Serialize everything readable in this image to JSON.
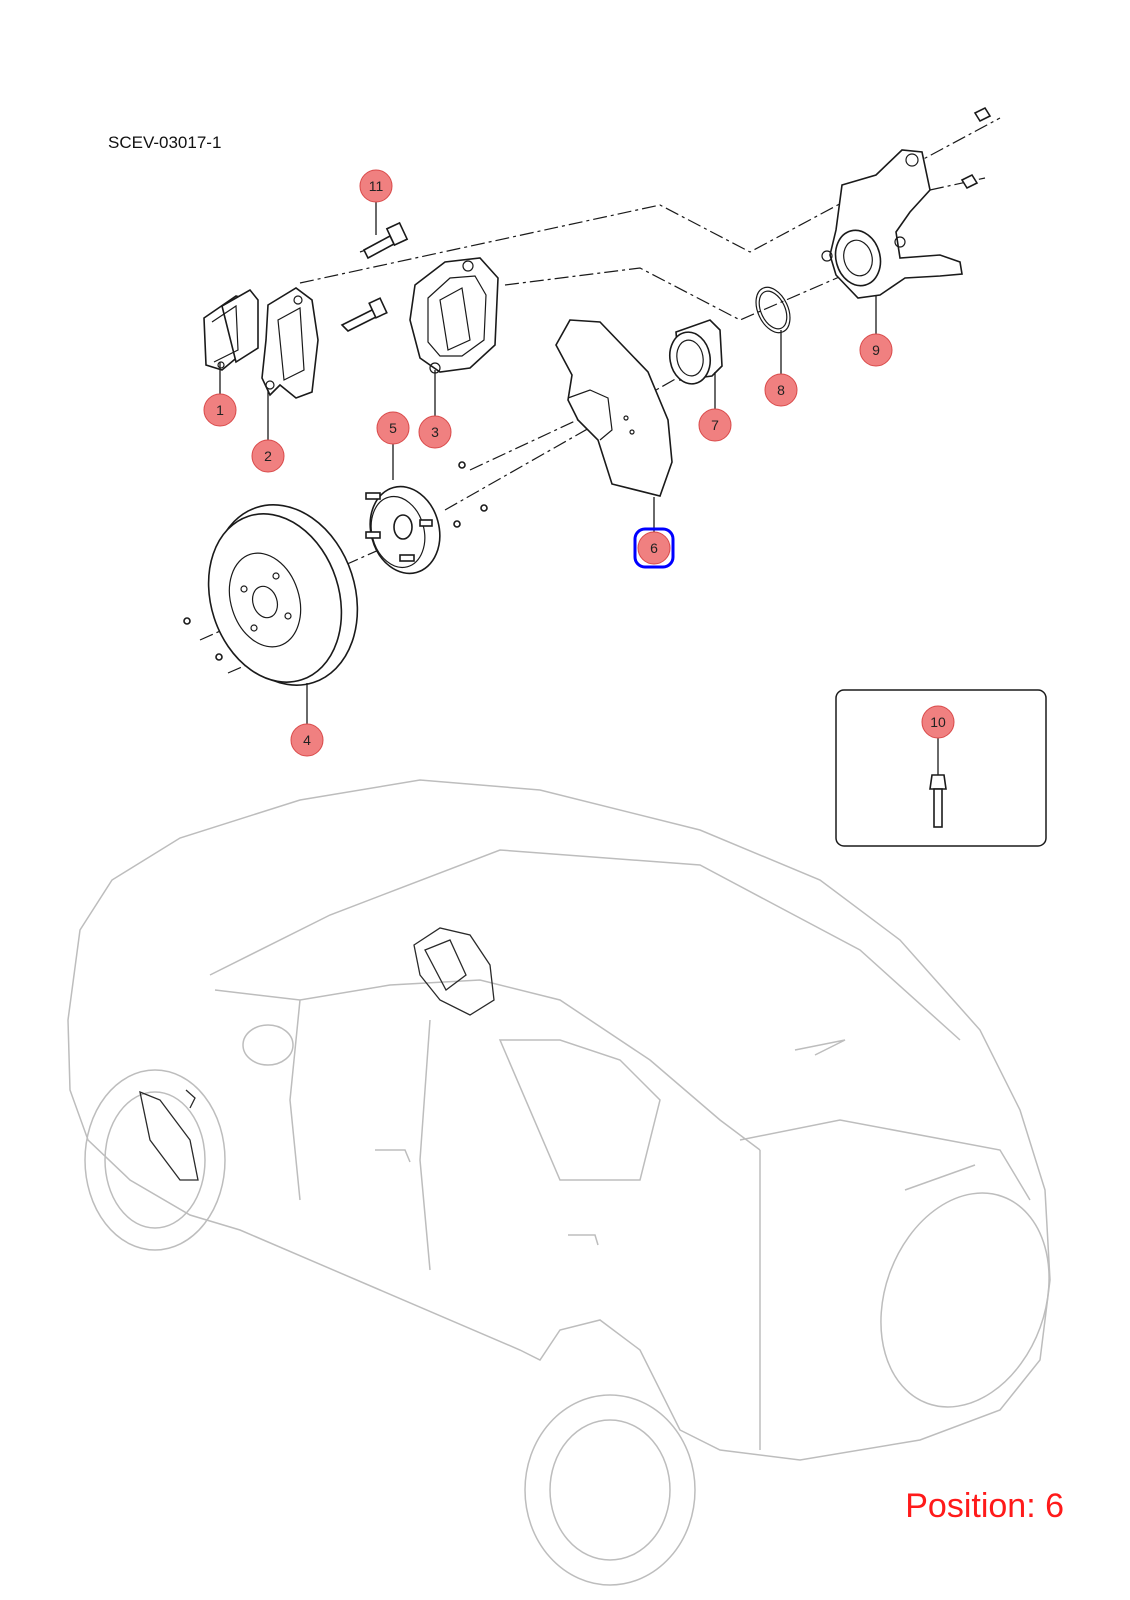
{
  "diagram": {
    "code": "SCEV-03017-1",
    "position_label": "Position: 6",
    "selected_position": "6",
    "colors": {
      "callout_fill": "#f08080",
      "callout_stroke": "#d94a4a",
      "highlight": "#0000ff",
      "position_text": "#ff1a1a"
    },
    "callouts": [
      {
        "id": "1",
        "label": "1"
      },
      {
        "id": "2",
        "label": "2"
      },
      {
        "id": "3",
        "label": "3"
      },
      {
        "id": "4",
        "label": "4"
      },
      {
        "id": "5",
        "label": "5"
      },
      {
        "id": "6",
        "label": "6"
      },
      {
        "id": "7",
        "label": "7"
      },
      {
        "id": "8",
        "label": "8"
      },
      {
        "id": "9",
        "label": "9"
      },
      {
        "id": "10",
        "label": "10"
      },
      {
        "id": "11",
        "label": "11"
      }
    ]
  }
}
